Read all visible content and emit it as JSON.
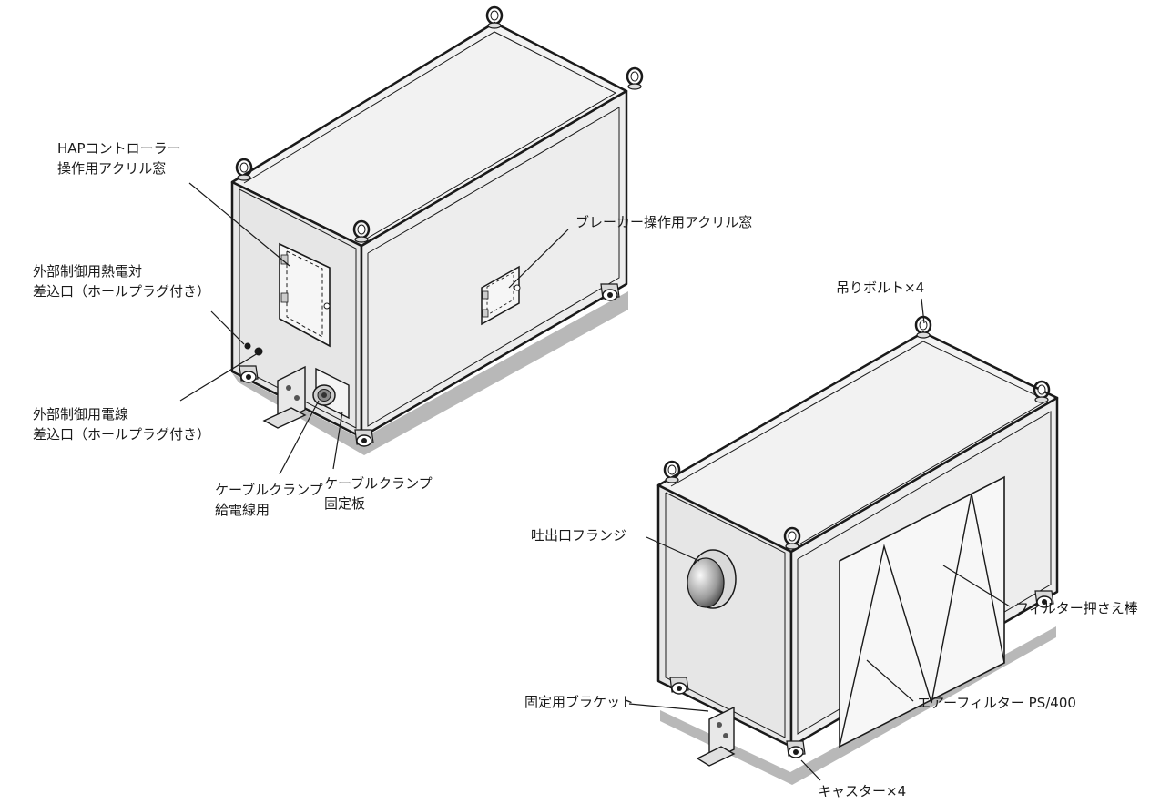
{
  "colors": {
    "stroke": "#1a1a1a",
    "panel_front": "#ececec",
    "panel_side": "#e2e2e2",
    "panel_top": "#f2f2f2",
    "shadow": "#b8b8b8",
    "filter": "#f7f7f7"
  },
  "labels": {
    "hap_window": [
      "HAPコントローラー",
      "操作用アクリル窓"
    ],
    "breaker_window": "ブレーカー操作用アクリル窓",
    "thermocouple_inlet": [
      "外部制御用熱電対",
      "差込口（ホールプラグ付き）"
    ],
    "wire_inlet": [
      "外部制御用電線",
      "差込口（ホールプラグ付き）"
    ],
    "cable_clamp_power": [
      "ケーブルクランプ",
      "給電線用"
    ],
    "cable_clamp_plate": [
      "ケーブルクランプ",
      "固定板"
    ],
    "eye_bolt": "吊りボルト×4",
    "outlet_flange": "吐出口フランジ",
    "filter_bar": "フィルター押さえ棒",
    "air_filter": "エアーフィルター PS/400",
    "fixing_bracket": "固定用ブラケット",
    "caster": "キャスター×4"
  }
}
